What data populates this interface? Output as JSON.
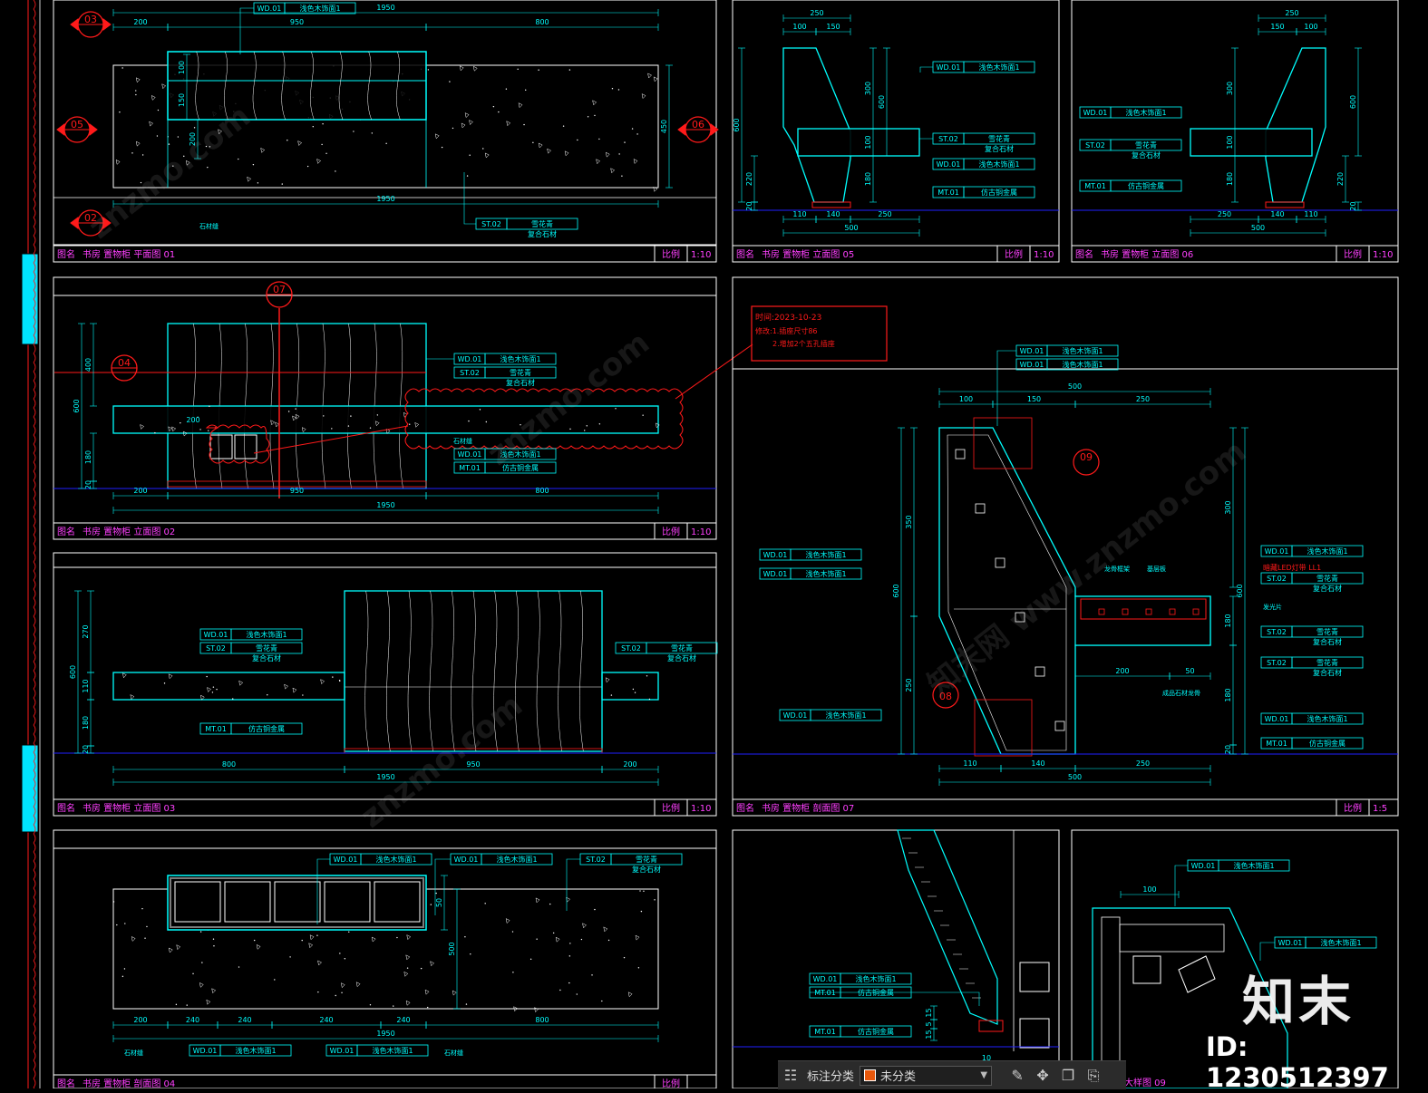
{
  "colors": {
    "bg": "#000000",
    "cyan": "#00ffff",
    "red": "#ff1a1a",
    "white": "#ffffff",
    "magenta": "#ff40ff",
    "blue": "#2020ff"
  },
  "panels": {
    "p01": {
      "name_label": "图名",
      "title": "书房 置物柜 平面图 01",
      "scale_label": "比例",
      "scale": "1:10",
      "dims_top": [
        "1950",
        "200",
        "950",
        "800"
      ],
      "dims_bottom": "1950",
      "dims_left": [
        "100",
        "150",
        "200"
      ],
      "dim_right": "450",
      "tag_wd": "WD.01",
      "tag_wd_desc": "浅色木饰面1",
      "tag_st": "ST.02",
      "tag_st_desc": "雪花青",
      "tag_st_desc2": "复合石材",
      "note_left": "石材缝",
      "markers": [
        "03",
        "05",
        "06",
        "02"
      ]
    },
    "p05": {
      "name_label": "图名",
      "title": "书房 置物柜 立面图 05",
      "scale_label": "比例",
      "scale": "1:10",
      "dims_top": [
        "250",
        "100",
        "150"
      ],
      "dims_bottom": [
        "110",
        "140",
        "250",
        "500"
      ],
      "dims_side": [
        "300",
        "600",
        "100",
        "180",
        "220",
        "20",
        "600"
      ],
      "tags": [
        [
          "WD.01",
          "浅色木饰面1"
        ],
        [
          "ST.02",
          "雪花青"
        ],
        [
          "WD.01",
          "浅色木饰面1"
        ],
        [
          "MT.01",
          "仿古铜金属"
        ]
      ],
      "st_desc2": "复合石材"
    },
    "p06": {
      "name_label": "图名",
      "title": "书房 置物柜 立面图 06",
      "scale_label": "比例",
      "scale": "1:10",
      "dims_top": [
        "250",
        "150",
        "100"
      ],
      "dims_bottom": [
        "250",
        "140",
        "110",
        "500"
      ],
      "dims_side": [
        "300",
        "100",
        "180",
        "20",
        "600",
        "220"
      ],
      "tags": [
        [
          "WD.01",
          "浅色木饰面1"
        ],
        [
          "ST.02",
          "雪花青"
        ],
        [
          "MT.01",
          "仿古铜金属"
        ]
      ],
      "st_desc2": "复合石材"
    },
    "p02": {
      "name_label": "图名",
      "title": "书房 置物柜 立面图 02",
      "scale_label": "比例",
      "scale": "1:10",
      "dims_bottom": [
        "200",
        "950",
        "800",
        "1950"
      ],
      "dims_left": [
        "400",
        "600",
        "180",
        "20"
      ],
      "dim_inner": "200",
      "tags": [
        [
          "WD.01",
          "浅色木饰面1"
        ],
        [
          "ST.02",
          "雪花青"
        ],
        [
          "WD.01",
          "浅色木饰面1"
        ],
        [
          "MT.01",
          "仿古铜金属"
        ]
      ],
      "st_desc2": "复合石材",
      "note_gap": "石材缝",
      "markers": [
        "07",
        "04"
      ],
      "revision": {
        "line1": "时间:2023-10-23",
        "line2": "修改:1.插座尺寸86",
        "line3": "2.增加2个五孔插座"
      }
    },
    "p03": {
      "name_label": "图名",
      "title": "书房 置物柜 立面图 03",
      "scale_label": "比例",
      "scale": "1:10",
      "dims_bottom": [
        "800",
        "950",
        "200",
        "1950"
      ],
      "dims_left": [
        "270",
        "600",
        "110",
        "180",
        "20"
      ],
      "tags": [
        [
          "WD.01",
          "浅色木饰面1"
        ],
        [
          "ST.02",
          "雪花青"
        ],
        [
          "MT.01",
          "仿古铜金属"
        ],
        [
          "ST.02",
          "雪花青"
        ]
      ],
      "st_desc2": "复合石材"
    },
    "p07": {
      "name_label": "图名",
      "title": "书房 置物柜 剖面图 07",
      "scale_label": "比例",
      "scale": "1:5",
      "dims_top": [
        "500",
        "100",
        "150",
        "250"
      ],
      "dims_bottom": [
        "110",
        "140",
        "250",
        "500"
      ],
      "dims_left": [
        "350",
        "600",
        "250"
      ],
      "dims_right": [
        "300",
        "600",
        "180",
        "180",
        "20"
      ],
      "dims_mid": [
        "200",
        "50"
      ],
      "tags": [
        [
          "WD.01",
          "浅色木饰面1"
        ],
        [
          "WD.01",
          "浅色木饰面1"
        ],
        [
          "WD.01",
          "浅色木饰面1"
        ],
        [
          "WD.01",
          "浅色木饰面1"
        ],
        [
          "WD.01",
          "浅色木饰面1"
        ],
        [
          "WD.01",
          "浅色木饰面1"
        ],
        [
          "ST.02",
          "雪花青"
        ],
        [
          "ST.02",
          "雪花青"
        ],
        [
          "ST.02",
          "雪花青"
        ],
        [
          "WD.01",
          "浅色木饰面1"
        ],
        [
          "MT.01",
          "仿古铜金属"
        ]
      ],
      "st_desc2": "复合石材",
      "led": "暗藏LED灯带 LL1",
      "notes": [
        "龙骨框架",
        "基层板",
        "发光片",
        "成品石材龙骨"
      ],
      "markers": [
        "09",
        "08"
      ]
    },
    "p04": {
      "name_label": "图名",
      "title": "书房 置物柜 剖面图 04",
      "scale_label": "比例",
      "dims_bottom": [
        "200",
        "240",
        "240",
        "240",
        "240",
        "800",
        "1950"
      ],
      "dims_right": [
        "50",
        "500"
      ],
      "tags": [
        [
          "WD.01",
          "浅色木饰面1"
        ],
        [
          "WD.01",
          "浅色木饰面1"
        ],
        [
          "ST.02",
          "雪花青"
        ],
        [
          "WD.01",
          "浅色木饰面1"
        ],
        [
          "WD.01",
          "浅色木饰面1"
        ]
      ],
      "st_desc2": "复合石材",
      "notes": [
        "石材缝",
        "石材缝"
      ]
    },
    "pd1": {
      "tags": [
        [
          "WD.01",
          "浅色木饰面1"
        ],
        [
          "MT.01",
          "仿古铜金属"
        ],
        [
          "MT.01",
          "仿古铜金属"
        ]
      ],
      "dims": [
        "15",
        "5",
        "15",
        "10"
      ]
    },
    "pd2": {
      "tags": [
        [
          "WD.01",
          "浅色木饰面1"
        ],
        [
          "WD.01",
          "浅色木饰面1"
        ]
      ],
      "dims": [
        "100"
      ],
      "title_tail": "大样图 09"
    }
  },
  "watermark_text": "znzmo.com",
  "watermark_cn": "知末网 www.znzmo.com",
  "toolbar": {
    "label": "标注分类",
    "select_value": "未分类",
    "swatch": "#e8580c",
    "icons": [
      "grid-icon",
      "edit-icon",
      "move-icon",
      "copy-icon",
      "paste-icon"
    ]
  },
  "brand": {
    "logo": "知末",
    "id": "ID: 1230512397"
  }
}
